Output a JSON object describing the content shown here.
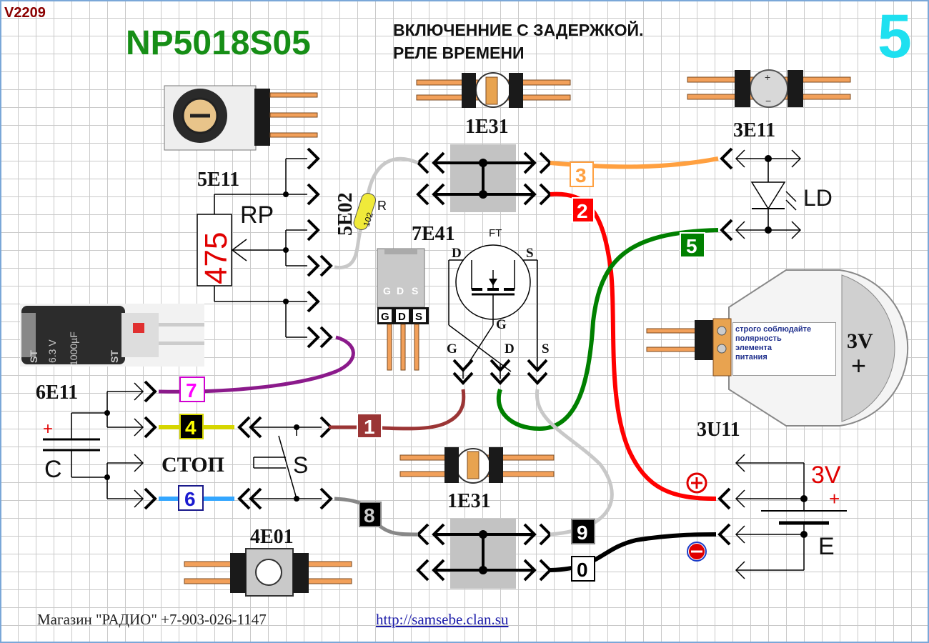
{
  "header": {
    "version": "V2209",
    "model": "NP5018S05",
    "title_line1": "ВКЛЮЧЕННИЕ С ЗАДЕРЖКОЙ.",
    "title_line2": "РЕЛЕ ВРЕМЕНИ",
    "sheet_number": "5"
  },
  "modules": {
    "top_jumper": "1E31",
    "bottom_jumper": "1E31",
    "led_module": "3E11",
    "pot_module": "5E11",
    "resistor_module": "5E02",
    "fet_module": "7E41",
    "cap_module": "6E11",
    "button_module": "4E01",
    "battery_module": "3U11"
  },
  "components": {
    "pot_label": "RP",
    "pot_value": "475",
    "resistor_label": "R",
    "resistor_value": "102",
    "fet_label": "FT",
    "pin_d": "D",
    "pin_s": "S",
    "pin_g": "G",
    "led_label": "LD",
    "cap_label": "C",
    "cap_plus": "+",
    "stop_label": "СТОП",
    "switch_label": "S",
    "battery_label": "E",
    "battery_voltage": "3V",
    "battery_plus": "+",
    "cell_voltage": "3V",
    "cell_plus": "+",
    "cap_marking_brand": "ST",
    "cap_marking_voltage": "6.3 V",
    "cap_marking_capacity": "1000µF",
    "polarity_note": [
      "строго соблюдайте",
      "полярность",
      "элемента",
      "питания"
    ]
  },
  "wires": [
    {
      "label": "1",
      "color": "#9b3535"
    },
    {
      "label": "2",
      "color": "#ff0000"
    },
    {
      "label": "3",
      "color": "#ffa040"
    },
    {
      "label": "4",
      "color": "#d6d600"
    },
    {
      "label": "5",
      "color": "#008000"
    },
    {
      "label": "6",
      "color": "#33a6ff"
    },
    {
      "label": "7",
      "color": "#8b1a8b"
    },
    {
      "label": "8",
      "color": "#888888"
    },
    {
      "label": "9",
      "color": "#c8c8c8"
    },
    {
      "label": "0",
      "color": "#000000"
    }
  ],
  "colors": {
    "model_title": "#168e16",
    "sheet_number": "#1ee0f0",
    "version": "#8b0000",
    "pin_orange": "#f2a05a"
  },
  "footer": {
    "shop": "Магазин \"РАДИО\" +7-903-026-1147",
    "url": "http://samsebe.clan.su"
  }
}
